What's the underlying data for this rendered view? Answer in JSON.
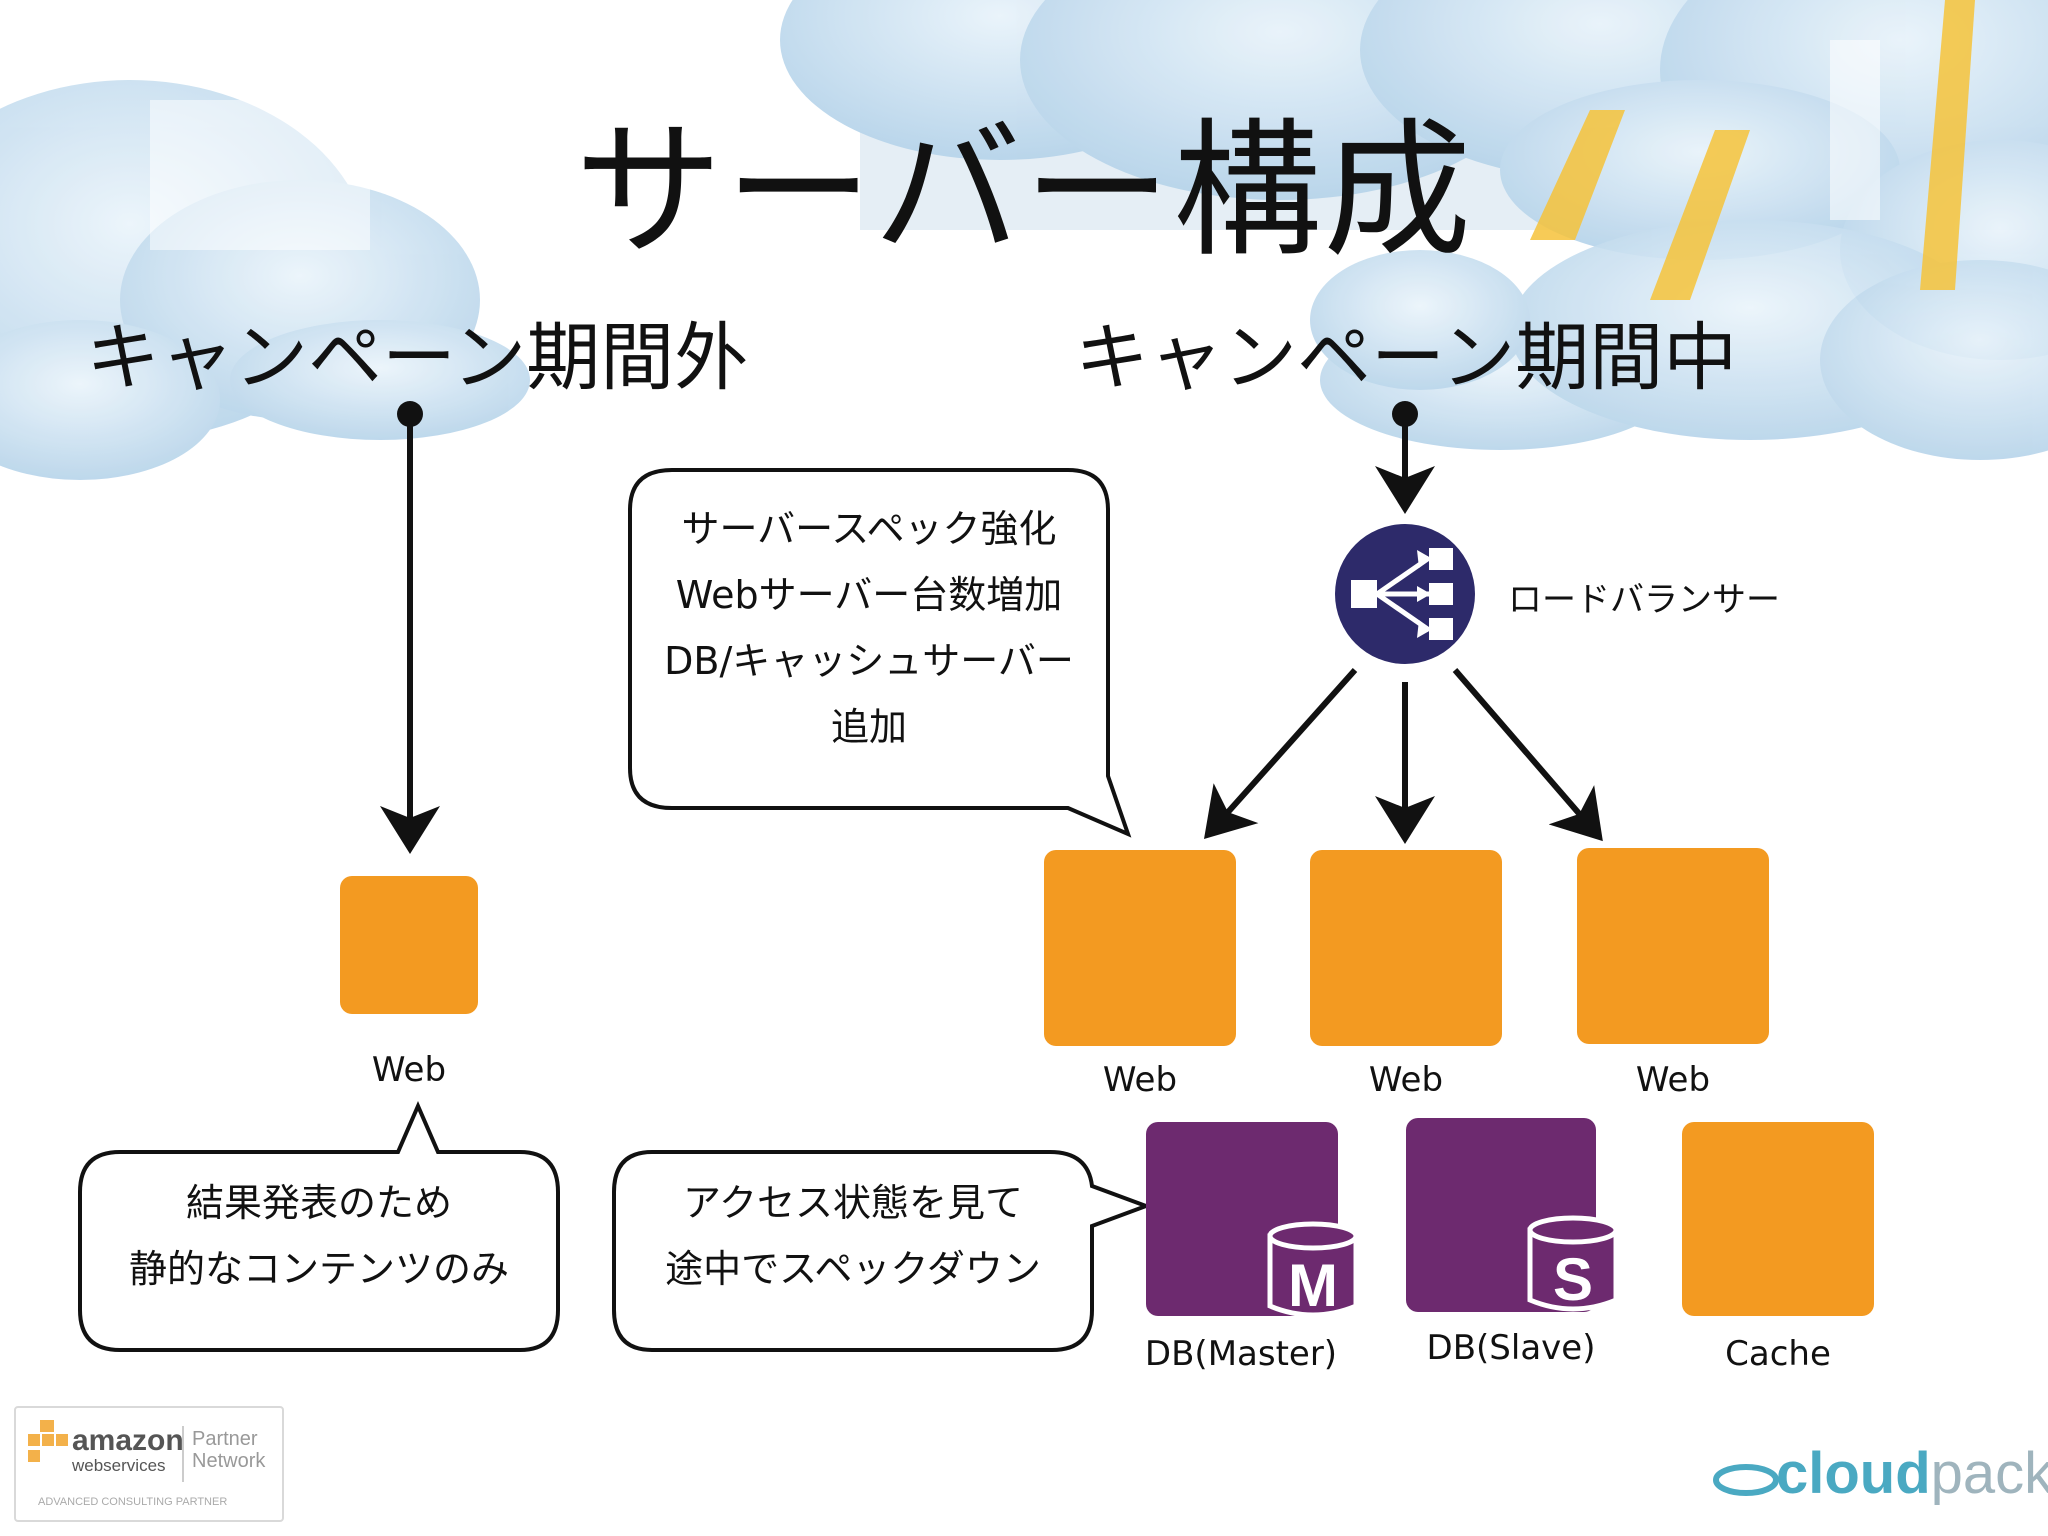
{
  "title": "サーバー構成",
  "left": {
    "heading": "キャンペーン期間外",
    "web_label": "Web",
    "note_lines": [
      "結果発表のため",
      "静的なコンテンツのみ"
    ]
  },
  "right": {
    "heading": "キャンペーン期間中",
    "load_balancer_label": "ロードバランサー",
    "upgrade_note_lines": [
      "サーバースペック強化",
      "Webサーバー台数増加",
      "DB/キャッシュサーバー",
      "追加"
    ],
    "web_labels": [
      "Web",
      "Web",
      "Web"
    ],
    "db_master_label": "DB(Master)",
    "db_master_badge": "M",
    "db_slave_label": "DB(Slave)",
    "db_slave_badge": "S",
    "cache_label": "Cache",
    "access_note_lines": [
      "アクセス状態を見て",
      "途中でスペックダウン"
    ]
  },
  "logos": {
    "amazon_word": "amazon",
    "amazon_ws": "webservices",
    "amazon_partner": "Partner",
    "amazon_network": "Network",
    "amazon_sub": "ADVANCED CONSULTING PARTNER",
    "cloudpack_cloud": "cloud",
    "cloudpack_pack": "pack"
  },
  "colors": {
    "orange": "#f39a21",
    "purple": "#6d2a6f",
    "lb_navy": "#2d2a6a",
    "cloud_blue": "#b7d4ea",
    "accent_yellow": "#f6c33a"
  },
  "icons": [
    "load-balancer-icon",
    "database-cylinder-icon",
    "arrow-icon"
  ]
}
